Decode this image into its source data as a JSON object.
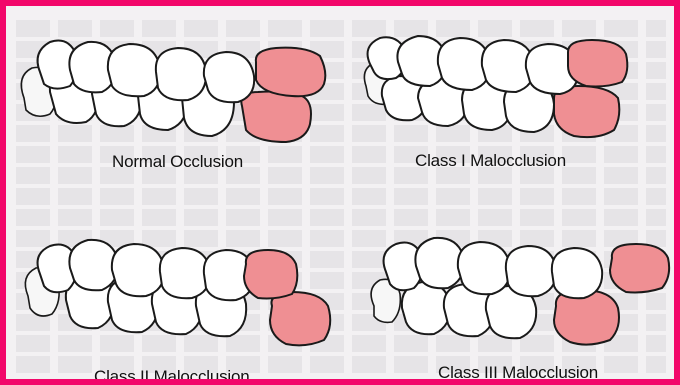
{
  "colors": {
    "frame": "#f2076a",
    "highlight_tooth": "#ef8f93",
    "tooth": "#ffffff",
    "outline": "#1a1a1a"
  },
  "panels": [
    {
      "id": "normal",
      "caption": "Normal Occlusion"
    },
    {
      "id": "class1",
      "caption": "Class I Malocclusion"
    },
    {
      "id": "class2",
      "caption": "Class II Malocclusion"
    },
    {
      "id": "class3",
      "caption": "Class III Malocclusion"
    }
  ]
}
